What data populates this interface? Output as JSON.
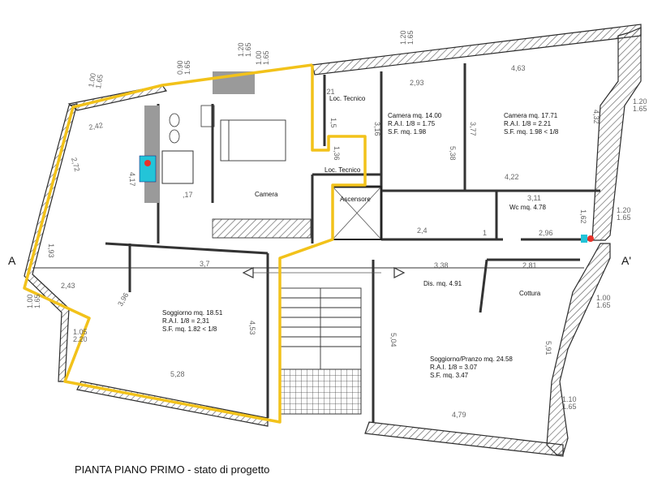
{
  "title": "PIANTA PIANO PRIMO  - stato di progetto",
  "section_marks": {
    "left": "A",
    "right": "A'"
  },
  "rooms": [
    {
      "id": "camera-1",
      "lines": [
        "Camera mq. 14.00",
        "R.A.I. 1/8 = 1.75",
        "S.F. mq. 1.98"
      ]
    },
    {
      "id": "camera-2",
      "lines": [
        "Camera mq. 17.71",
        "R.A.I. 1/8 = 2.21",
        "S.F. mq. 1.98 < 1/8"
      ]
    },
    {
      "id": "wc",
      "lines": [
        "Wc mq. 4.78"
      ]
    },
    {
      "id": "dis",
      "lines": [
        "Dis. mq. 4.91"
      ]
    },
    {
      "id": "cottura",
      "lines": [
        "Cottura"
      ]
    },
    {
      "id": "soggiorno-pranzo",
      "lines": [
        "Soggiorno/Pranzo  mq. 24.58",
        "R.A.I. 1/8 = 3.07",
        "S.F. mq. 3.47"
      ]
    },
    {
      "id": "soggiorno",
      "lines": [
        "Soggiorno mq. 18.51",
        "R.A.I. 1/8 = 2,31",
        "S.F. mq. 1.82 < 1/8"
      ]
    },
    {
      "id": "camera-yellow",
      "lines": [
        "Camera"
      ]
    },
    {
      "id": "loc-tecnico-1",
      "lines": [
        "Loc. Tecnico"
      ]
    },
    {
      "id": "loc-tecnico-2",
      "lines": [
        "Loc. Tecnico"
      ]
    },
    {
      "id": "ascensore",
      "lines": [
        "Ascensore"
      ]
    }
  ],
  "dimensions": [
    "2,93",
    "4,63",
    "3,16",
    "5,38",
    "3,77",
    "4,32",
    "4,22",
    "3,11",
    "1,62",
    "2,96",
    "2,4",
    "1",
    "3,38",
    "2,81",
    "5,04",
    "5,91",
    "4,79",
    "5,28",
    "4,53",
    "3,96",
    "2,43",
    "1,93",
    "2,72",
    "2,42",
    "4,17",
    "3,7",
    "1,36",
    "1,5",
    ",21",
    ",17"
  ],
  "window_notes": [
    "1.00\n1.65",
    "1.20\n1.65",
    "0.90\n1.65",
    "1.20\n1.65",
    "1.20\n1.65",
    "1.20\n1.65",
    "1.00\n1.65",
    "1.00\n1.65",
    "1.10\n1.65",
    "1.00\n1.65",
    "1.05\n2.20"
  ],
  "colors": {
    "wall": "#3a3a3a",
    "highlight": "#f2c21a",
    "hatch": "#555555",
    "cyan": "#23c4d8",
    "red": "#e8322a",
    "dim": "#666666",
    "paper": "#ffffff"
  }
}
